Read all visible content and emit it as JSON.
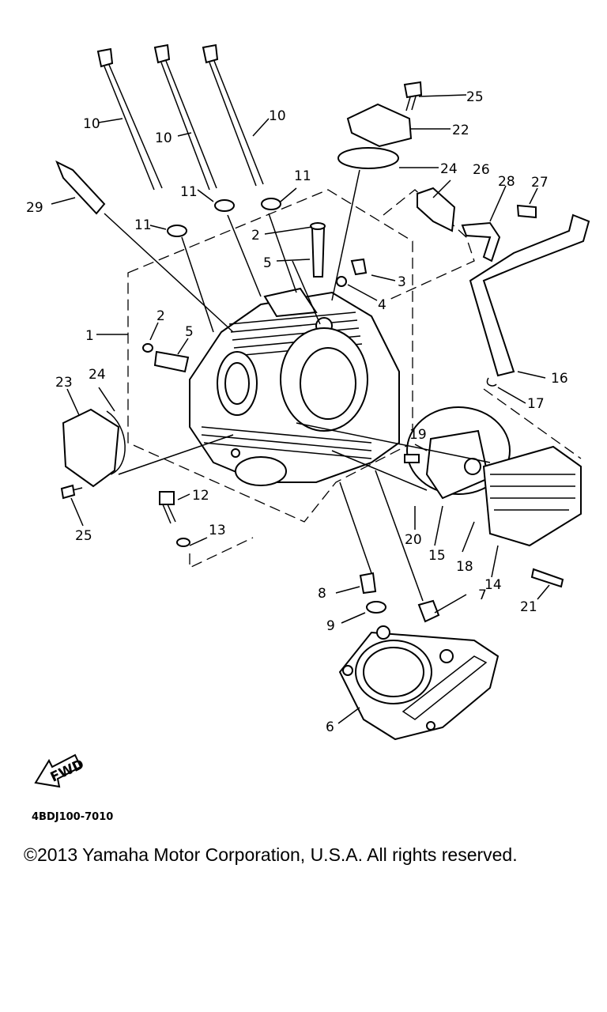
{
  "diagram_code": "4BDJ100-7010",
  "fwd_label": "FWD",
  "copyright": "©2013 Yamaha Motor Corporation, U.S.A. All rights reserved.",
  "callouts": {
    "c1": "1",
    "c2a": "2",
    "c2b": "2",
    "c3": "3",
    "c4": "4",
    "c5a": "5",
    "c5b": "5",
    "c6": "6",
    "c7": "7",
    "c8": "8",
    "c9": "9",
    "c10a": "10",
    "c10b": "10",
    "c10c": "10",
    "c11a": "11",
    "c11b": "11",
    "c11c": "11",
    "c12": "12",
    "c13": "13",
    "c14": "14",
    "c15": "15",
    "c16": "16",
    "c17": "17",
    "c18": "18",
    "c19": "19",
    "c20": "20",
    "c21": "21",
    "c22": "22",
    "c23": "23",
    "c24a": "24",
    "c24b": "24",
    "c25a": "25",
    "c25b": "25",
    "c26": "26",
    "c27": "27",
    "c28": "28",
    "c29": "29"
  }
}
